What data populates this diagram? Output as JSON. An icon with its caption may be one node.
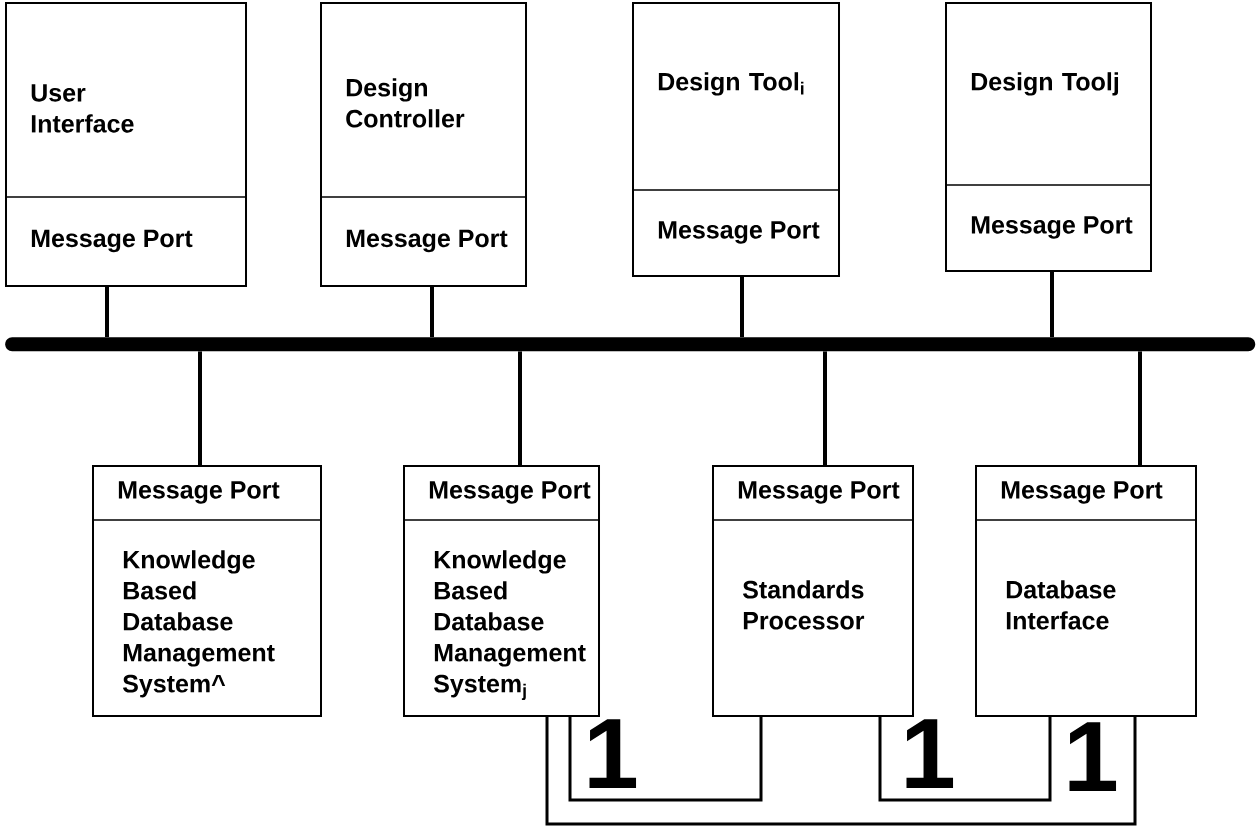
{
  "diagram": {
    "nodes": [
      {
        "text": [
          "User Interface",
          "Message Port"
        ]
      },
      {
        "text": [
          "Design Controller",
          "Message Port"
        ]
      },
      {
        "text": [
          "Design Tool$_{i}$",
          "Message Port"
        ]
      },
      {
        "text": [
          "Design Toolj",
          "Message Port"
        ]
      },
      {
        "text": [],
        "shape": "bar"
      },
      {
        "text": [
          "Message Port",
          "Knowledge Based Database Management System^"
        ]
      },
      {
        "text": [
          "Message Port",
          "Knowledge Based Database Management System$_{j}$"
        ]
      },
      {
        "text": [
          "Message Port",
          "Standards Processor"
        ]
      },
      {
        "text": [
          "Message Port",
          "Database Interface"
        ]
      }
    ],
    "edges": [
      {
        "from": 0,
        "to": 4,
        "arrow": "none"
      },
      {
        "from": 1,
        "to": 4,
        "arrow": "none"
      },
      {
        "from": 2,
        "to": 4,
        "arrow": "none"
      },
      {
        "from": 3,
        "to": 4,
        "arrow": "none"
      },
      {
        "from": 4,
        "to": 5,
        "arrow": "none"
      },
      {
        "from": 4,
        "to": 6,
        "arrow": "none"
      },
      {
        "from": 4,
        "to": 7,
        "arrow": "none"
      },
      {
        "from": 4,
        "to": 8,
        "arrow": "none"
      },
      {
        "from": 6,
        "to": 7,
        "arrow": "none"
      },
      {
        "from": 7,
        "to": 8,
        "arrow": "none"
      },
      {
        "from": 6,
        "to": 8,
        "arrow": "none"
      }
    ],
    "labels": [
      "1",
      "1",
      "1"
    ]
  }
}
